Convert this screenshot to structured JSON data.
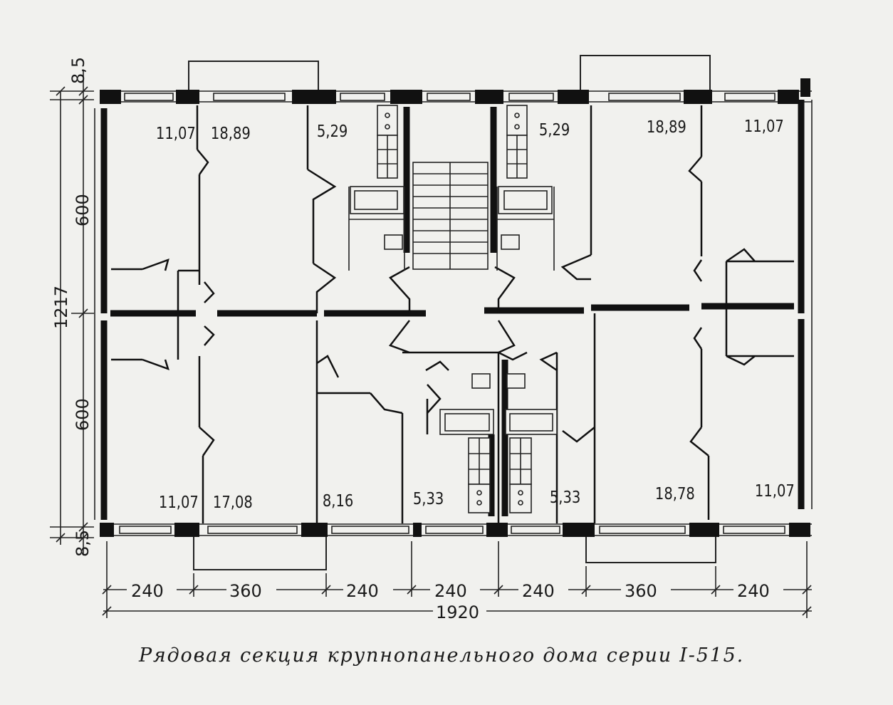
{
  "plan": {
    "room_areas": [
      {
        "id": "r1",
        "text": "11,07"
      },
      {
        "id": "r2",
        "text": "18,89"
      },
      {
        "id": "r3",
        "text": "5,29"
      },
      {
        "id": "r4",
        "text": "5,29"
      },
      {
        "id": "r5",
        "text": "18,89"
      },
      {
        "id": "r6",
        "text": "11,07"
      },
      {
        "id": "r7",
        "text": "11,07"
      },
      {
        "id": "r8",
        "text": "17,08"
      },
      {
        "id": "r9",
        "text": "8,16"
      },
      {
        "id": "r10",
        "text": "5,33"
      },
      {
        "id": "r11",
        "text": "5,33"
      },
      {
        "id": "r12",
        "text": "18,78"
      },
      {
        "id": "r13",
        "text": "11,07"
      }
    ],
    "dimensions": {
      "horizontal": [
        "240",
        "360",
        "240",
        "240",
        "240",
        "360",
        "240"
      ],
      "total_width": "1920",
      "vertical": {
        "top_offset": "8,5",
        "upper": "600",
        "total_depth": "1217",
        "lower": "600",
        "bottom_offset": "8,5"
      }
    }
  },
  "caption": "Рядовая секция крупнопанельного дома серии I-515."
}
